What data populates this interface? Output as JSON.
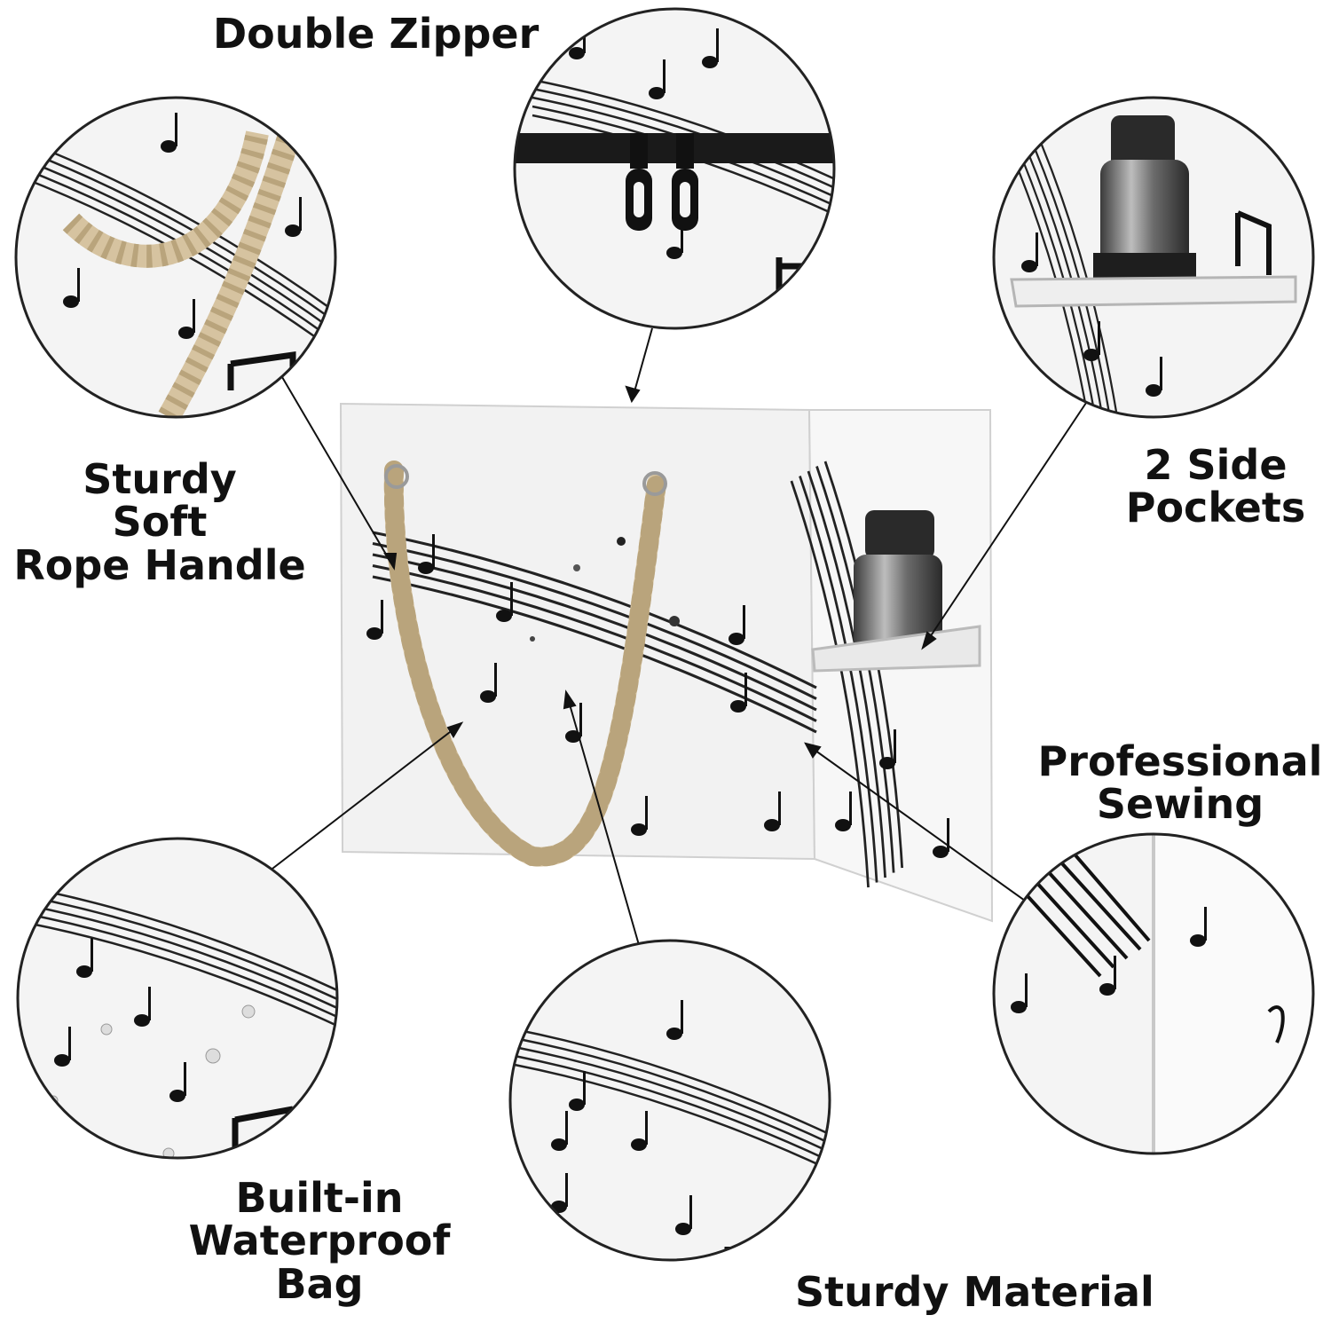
{
  "callouts": {
    "double_zipper": "Double Zipper",
    "rope_handle": [
      "Sturdy",
      "Soft",
      "Rope Handle"
    ],
    "side_pockets": [
      "2 Side",
      "Pockets"
    ],
    "professional_sewing": [
      "Professional",
      "Sewing"
    ],
    "waterproof_bag": [
      "Built-in",
      "Waterproof",
      "Bag"
    ],
    "sturdy_material": "Sturdy Material"
  },
  "colors": {
    "ink": "#111111",
    "rope": "#d6c3a0",
    "fabric": "#f4f4f4",
    "zipper": "#1a1a1a",
    "bottle_steel": "#7a7a7a"
  },
  "icons": {
    "product": "tote-bag-illustration",
    "detail_zoom": "magnifier-circle"
  }
}
